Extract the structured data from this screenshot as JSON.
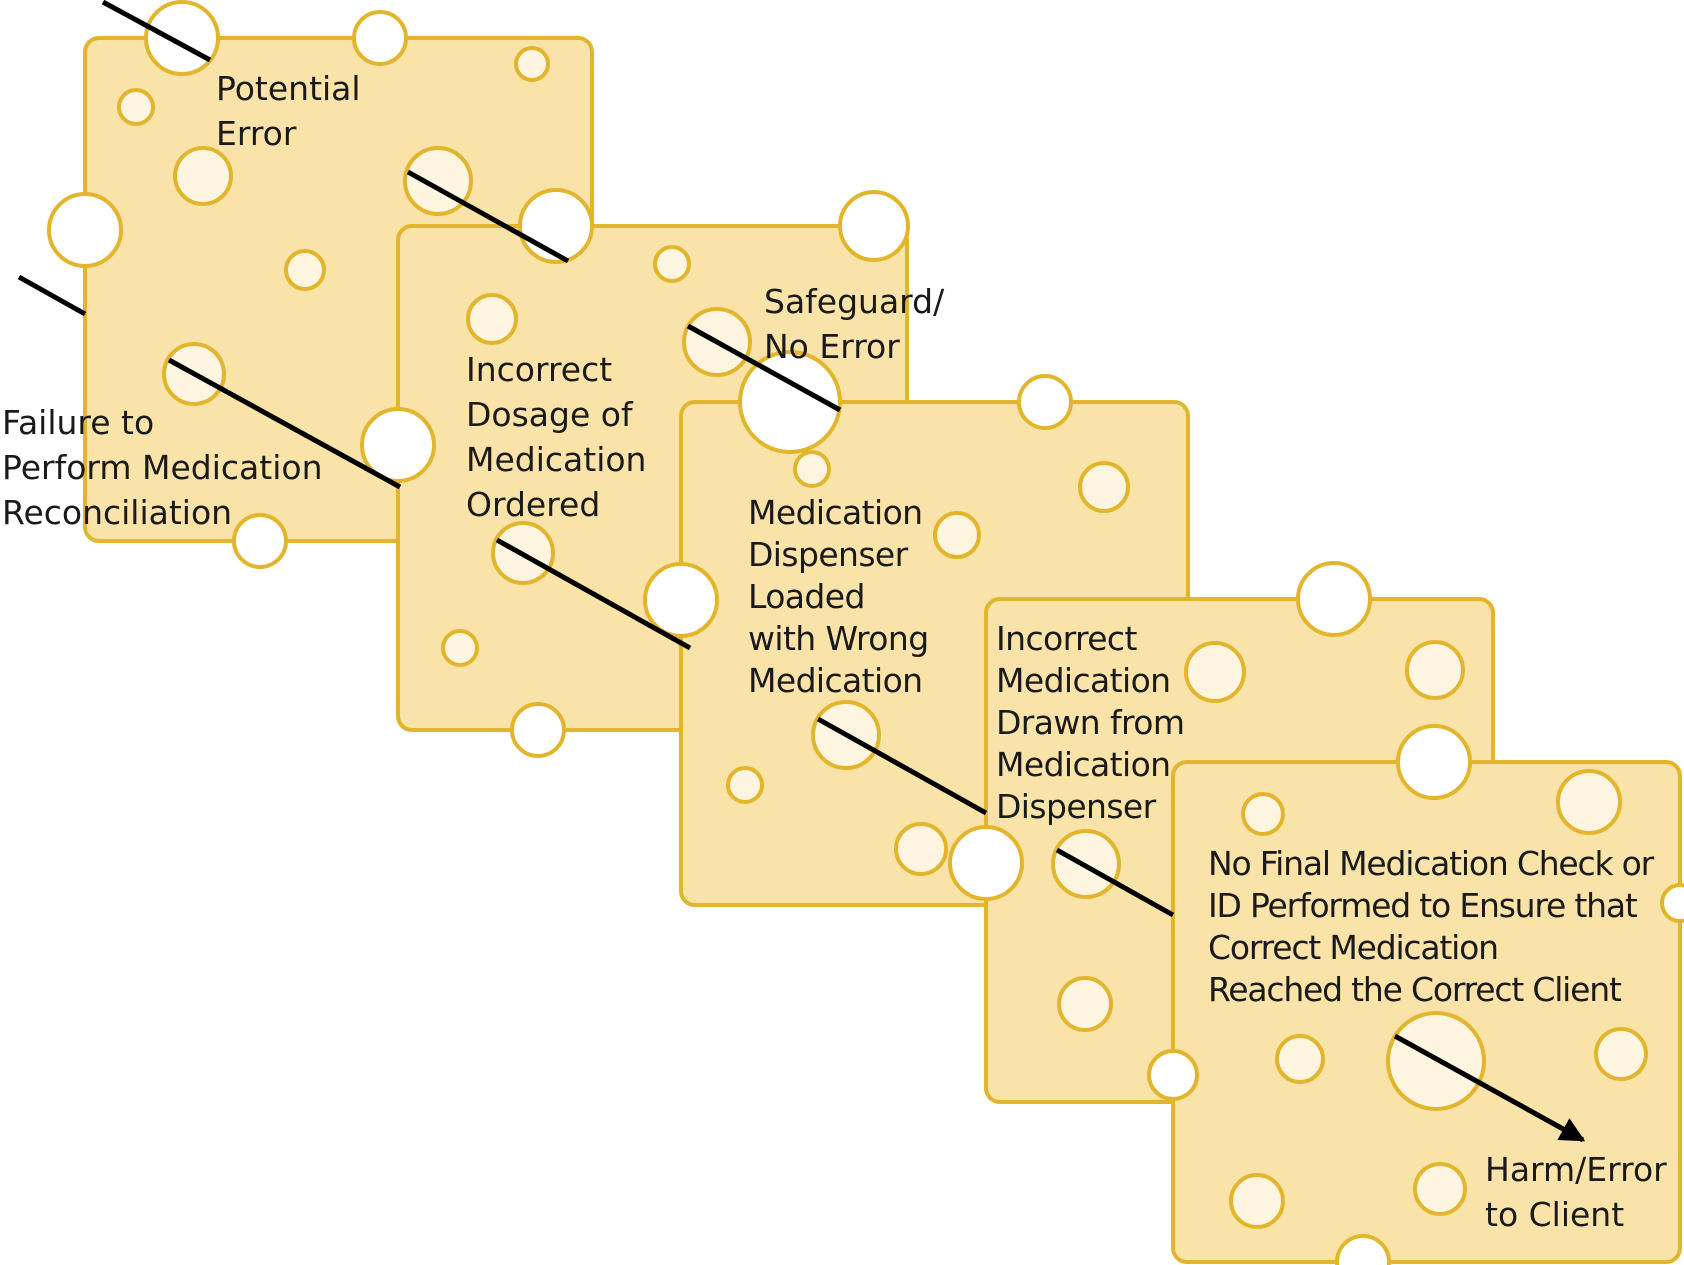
{
  "labels": {
    "potential_error": [
      "Potential",
      "Error"
    ],
    "failure": [
      "Failure to",
      "Perform Medication",
      "Reconciliation"
    ],
    "incorrect_dosage": [
      "Incorrect",
      "Dosage of",
      "Medication",
      "Ordered"
    ],
    "safeguard": [
      "Safeguard/",
      "No Error"
    ],
    "dispenser_loaded": [
      "Medication",
      "Dispenser",
      "Loaded",
      "with Wrong",
      "Medication"
    ],
    "incorrect_drawn": [
      "Incorrect",
      "Medication",
      "Drawn from",
      "Medication",
      "Dispenser"
    ],
    "no_final_check": [
      "No Final Medication Check or",
      "ID Performed to Ensure that",
      "Correct Medication",
      "Reached the Correct Client"
    ],
    "harm": [
      "Harm/Error",
      "to Client"
    ]
  },
  "colors": {
    "slice_fill": "#f9e3a8",
    "slice_stroke": "#e3b52c",
    "hole_fill": "#fdf5df",
    "line": "#000000"
  }
}
